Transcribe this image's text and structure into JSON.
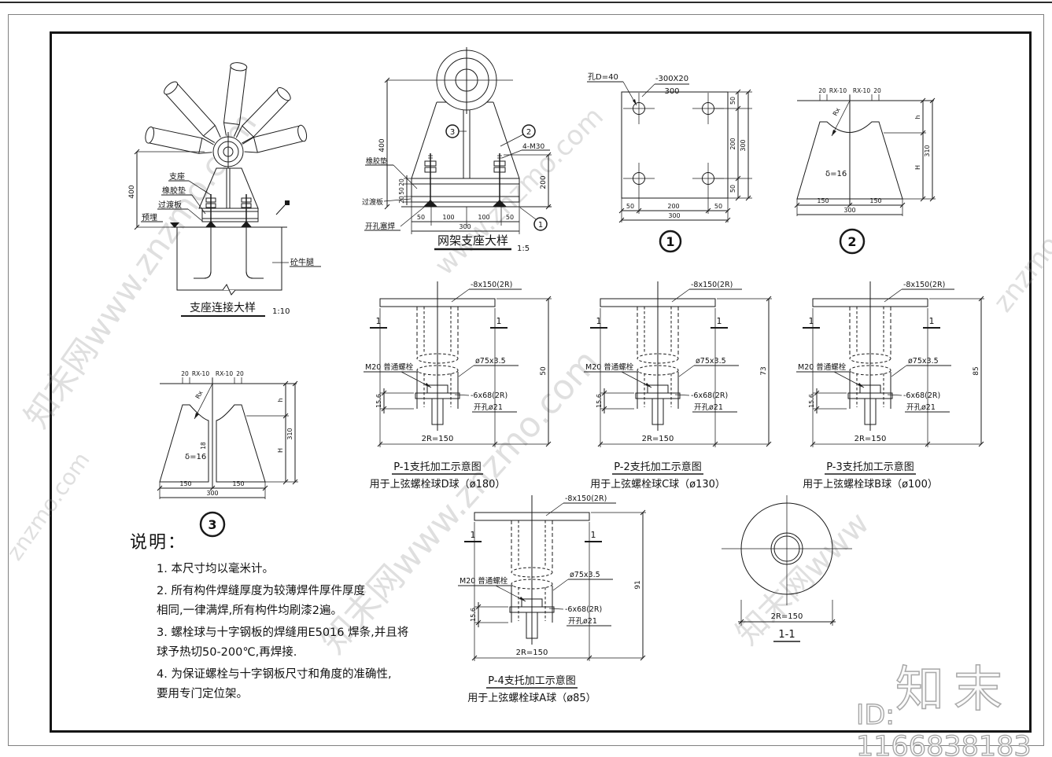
{
  "watermark": {
    "site": "www.znzmo.com",
    "brand": "知末网www.znzmo.com",
    "brand_short": "知末网www",
    "site_short": "znzmo.com",
    "logo": "知末",
    "id": "ID: 1166838183"
  },
  "support_connection": {
    "title": "支座连接大样",
    "scale": "1:10",
    "label_support": "支座",
    "label_rubber": "橡胶垫",
    "label_transition": "过渡板",
    "label_embed": "预埋",
    "label_corbel": "砼牛腿",
    "dim_height": "400"
  },
  "grid_support": {
    "title": "网架支座大样",
    "scale": "1:5",
    "label_rubber": "橡胶垫",
    "label_transition": "过渡板",
    "label_plug_weld": "开孔塞焊",
    "label_bolts": "4-M30",
    "callout_1": "1",
    "callout_2": "2",
    "callout_3": "3",
    "dim_height": "400",
    "dim_right": "200",
    "dim_left_stack": [
      "20",
      "50",
      "20"
    ],
    "dim_bottom": [
      "50",
      "100",
      "100",
      "50"
    ],
    "dim_bottom_total": "300"
  },
  "plate1": {
    "callout": "1",
    "label_hole": "孔D=40",
    "label_spec": "-300X20",
    "label_spec_len": "300",
    "dim_right": [
      "50",
      "200",
      "50"
    ],
    "dim_right_total": "300",
    "dim_bottom": [
      "50",
      "200",
      "50"
    ],
    "dim_bottom_total": "300"
  },
  "plate2": {
    "callout": "2",
    "label_radius": "Rx",
    "label_thickness": "δ=16",
    "dim_top": [
      "20",
      "RX-10",
      "RX-10",
      "20"
    ],
    "dim_bottom": [
      "150",
      "150"
    ],
    "dim_bottom_total": "300",
    "dim_h": "h",
    "dim_H": "H",
    "dim_total": "310"
  },
  "plate3": {
    "callout": "3",
    "label_radius": "Rx",
    "label_thickness": "δ=16",
    "slot_dim": "18",
    "dim_top": [
      "20",
      "RX-10",
      "RX-10",
      "20"
    ],
    "dim_bottom": [
      "150",
      "150"
    ],
    "dim_bottom_total": "300",
    "dim_h": "h",
    "dim_H": "H",
    "dim_total": "310"
  },
  "p_common": {
    "plate_top": "-8x150(2R)",
    "section_mark": "1",
    "bolt": "M20 普通螺栓",
    "tube": "ø75x3.5",
    "base_plate": "-6x68(2R)",
    "hole": "开孔ø21",
    "dim_left": "15.6",
    "dim_bottom": "2R=150"
  },
  "p_details": [
    {
      "name": "P-1",
      "title": "P-1支托加工示意图",
      "subtitle": "用于上弦螺栓球D球（ø180）",
      "height": "50"
    },
    {
      "name": "P-2",
      "title": "P-2支托加工示意图",
      "subtitle": "用于上弦螺栓球C球（ø130）",
      "height": "73"
    },
    {
      "name": "P-3",
      "title": "P-3支托加工示意图",
      "subtitle": "用于上弦螺栓球B球（ø100）",
      "height": "85"
    },
    {
      "name": "P-4",
      "title": "P-4支托加工示意图",
      "subtitle": "用于上弦螺栓球A球（ø85）",
      "height": "91"
    }
  ],
  "section11": {
    "title": "1-1",
    "dim": "2R=150"
  },
  "notes": {
    "heading": "说明：",
    "items": [
      "1. 本尺寸均以毫米计。",
      "2. 所有构件焊缝厚度为较薄焊件厚件厚度\n相同,一律满焊,所有构件均刷漆2遍。",
      "3. 螺栓球与十字钢板的焊缝用E5016 焊条,并且将\n球予热切50-200℃,再焊接.",
      "4. 为保证螺栓与十字钢板尺寸和角度的准确性,\n要用专门定位架。"
    ]
  }
}
